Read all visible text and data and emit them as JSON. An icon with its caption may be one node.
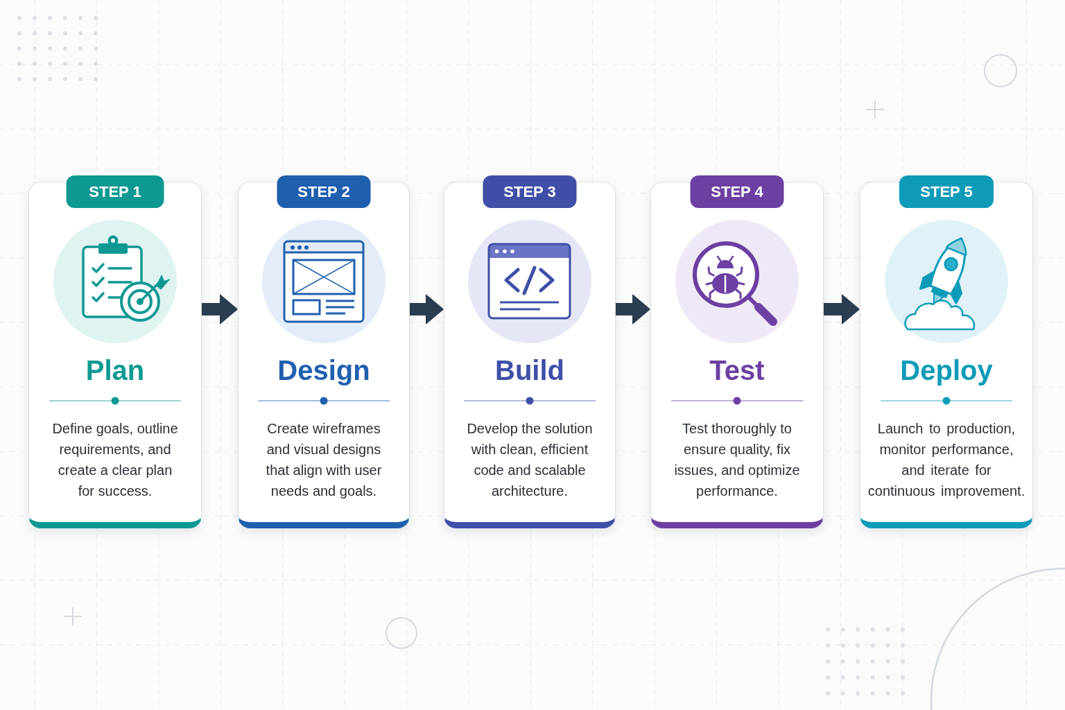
{
  "diagram": {
    "nodes": [
      {
        "text": [
          "STEP 1",
          "Plan",
          "Define goals, outline requirements, and create a clear plan for success."
        ]
      },
      {
        "text": [
          "STEP 2",
          "Design",
          "Create wireframes and visual designs that align with user needs and goals."
        ]
      },
      {
        "text": [
          "STEP 3",
          "Build",
          "Develop the solution with clean, efficient code and scalable architecture."
        ]
      },
      {
        "text": [
          "STEP 4",
          "Test",
          "Test thoroughly to ensure quality, fix issues, and optimize performance."
        ]
      },
      {
        "text": [
          "STEP 5",
          "Deploy",
          "Launch to production, monitor performance, and iterate for continuous improvement."
        ]
      }
    ],
    "edges": [
      {
        "from": 0,
        "to": 1,
        "arrow": "to"
      },
      {
        "from": 1,
        "to": 2,
        "arrow": "to"
      },
      {
        "from": 2,
        "to": 3,
        "arrow": "to"
      },
      {
        "from": 3,
        "to": 4,
        "arrow": "to"
      }
    ]
  }
}
